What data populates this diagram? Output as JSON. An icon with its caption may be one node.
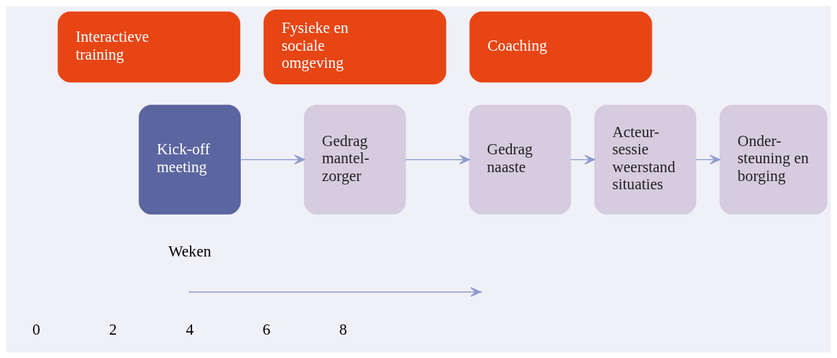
{
  "diagram": {
    "nodes": [
      {
        "text": [
          "Interactieve training"
        ]
      },
      {
        "text": [
          "Fysieke en sociale omgeving"
        ]
      },
      {
        "text": [
          "Coaching"
        ]
      },
      {
        "text": [
          "Kick-off meeting"
        ]
      },
      {
        "text": [
          "Gedrag mantel- zorger"
        ]
      },
      {
        "text": [
          "Gedrag naaste"
        ]
      },
      {
        "text": [
          "Acteur- sessie weerstand situaties"
        ]
      },
      {
        "text": [
          "Onder- steuning en borging"
        ]
      }
    ],
    "edges": [
      {
        "from": 3,
        "to": 4,
        "arrow": "to"
      },
      {
        "from": 4,
        "to": 5,
        "arrow": "to"
      },
      {
        "from": 5,
        "to": 6,
        "arrow": "to"
      },
      {
        "from": 6,
        "to": 7,
        "arrow": "to"
      }
    ],
    "labels": [
      "Weken",
      "0",
      "2",
      "4",
      "6",
      "8"
    ]
  }
}
